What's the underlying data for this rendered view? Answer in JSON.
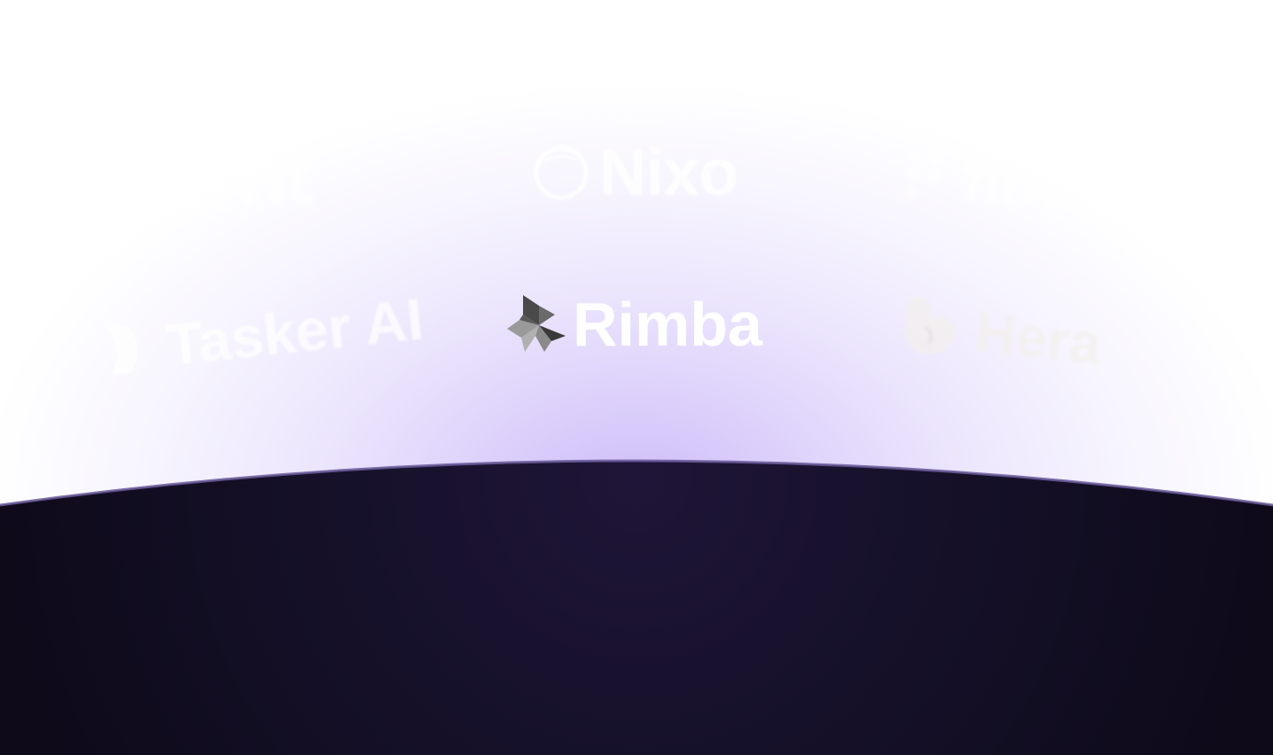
{
  "logos": [
    {
      "id": "burnt",
      "name": "burnt",
      "icon": "none"
    },
    {
      "id": "nixo",
      "name": "Nixo",
      "icon": "ring-icon"
    },
    {
      "id": "fimto",
      "name": "fimto",
      "icon": "dot-grid-icon"
    },
    {
      "id": "tasker",
      "name": "Tasker AI",
      "icon": "chevron-shape-icon"
    },
    {
      "id": "rimba",
      "name": "Rimba",
      "icon": "pinwheel-icon"
    },
    {
      "id": "hera",
      "name": "Hera",
      "icon": "blob-icon"
    }
  ],
  "colors": {
    "background": "#ffffff",
    "glow": "#cdbcf7",
    "dome_top": "#1f1538",
    "dome_bottom": "#0e0a1a",
    "rim": "#6a5a9a",
    "logo_text": "#ffffff"
  }
}
